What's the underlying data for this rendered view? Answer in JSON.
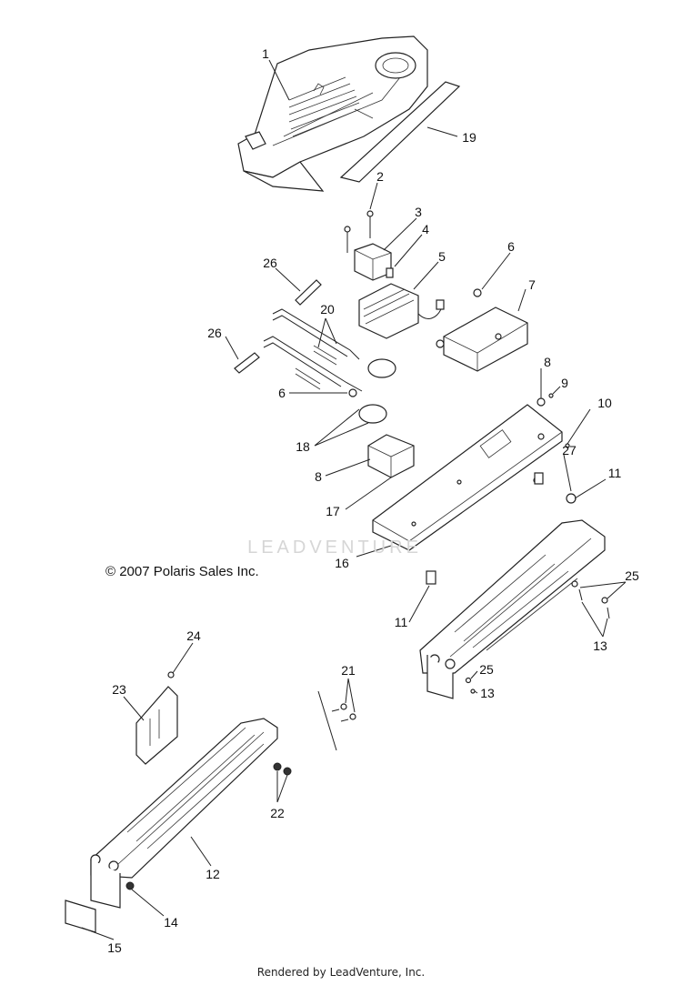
{
  "copyright": "© 2007 Polaris Sales Inc.",
  "watermark": "LEADVENTURE",
  "footer": "Rendered by LeadVenture, Inc.",
  "callouts": [
    {
      "id": "c1",
      "label": "1"
    },
    {
      "id": "c2",
      "label": "2"
    },
    {
      "id": "c3",
      "label": "3"
    },
    {
      "id": "c4",
      "label": "4"
    },
    {
      "id": "c5",
      "label": "5"
    },
    {
      "id": "c6a",
      "label": "6"
    },
    {
      "id": "c6b",
      "label": "6"
    },
    {
      "id": "c7",
      "label": "7"
    },
    {
      "id": "c8a",
      "label": "8"
    },
    {
      "id": "c8b",
      "label": "8"
    },
    {
      "id": "c9",
      "label": "9"
    },
    {
      "id": "c10",
      "label": "10"
    },
    {
      "id": "c11a",
      "label": "11"
    },
    {
      "id": "c11b",
      "label": "11"
    },
    {
      "id": "c12",
      "label": "12"
    },
    {
      "id": "c13a",
      "label": "13"
    },
    {
      "id": "c13b",
      "label": "13"
    },
    {
      "id": "c14",
      "label": "14"
    },
    {
      "id": "c15",
      "label": "15"
    },
    {
      "id": "c16",
      "label": "16"
    },
    {
      "id": "c17",
      "label": "17"
    },
    {
      "id": "c18",
      "label": "18"
    },
    {
      "id": "c19",
      "label": "19"
    },
    {
      "id": "c20",
      "label": "20"
    },
    {
      "id": "c21",
      "label": "21"
    },
    {
      "id": "c22",
      "label": "22"
    },
    {
      "id": "c23",
      "label": "23"
    },
    {
      "id": "c24",
      "label": "24"
    },
    {
      "id": "c25a",
      "label": "25"
    },
    {
      "id": "c25b",
      "label": "25"
    },
    {
      "id": "c26a",
      "label": "26"
    },
    {
      "id": "c26b",
      "label": "26"
    },
    {
      "id": "c27",
      "label": "27"
    }
  ]
}
